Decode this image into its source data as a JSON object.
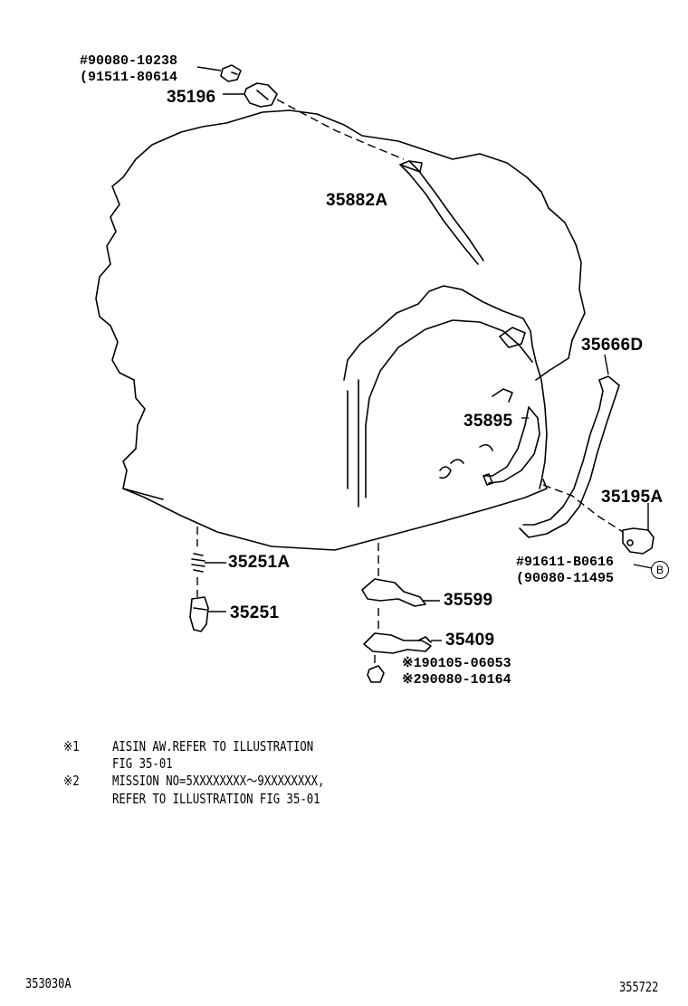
{
  "parts": {
    "bolt_top_part": "#90080-10238",
    "bolt_top_alt": "(91511-80614",
    "clamp_top": "35196",
    "hose_upper": "35882A",
    "hose_right": "35666D",
    "hose_middle": "35895",
    "clamp_right": "35195A",
    "bolt_right_part": "#91611-B0616",
    "bolt_right_alt": "(90080-11495",
    "circle_marker": "B",
    "spring": "35251A",
    "plunger": "35251",
    "bracket_a": "35599",
    "bracket_b": "35409",
    "bolt_low_1": "※190105-06053",
    "bolt_low_2": "※290080-10164"
  },
  "notes": [
    {
      "mark": "※1",
      "line1": "AISIN AW.REFER TO ILLUSTRATION",
      "line2": "FIG 35-01"
    },
    {
      "mark": "※2",
      "line1": "MISSION NO=5XXXXXXXX～9XXXXXXXX,",
      "line2": "REFER TO ILLUSTRATION FIG 35-01"
    }
  ],
  "footer": {
    "left_code": "353030A",
    "right_code": "355722"
  }
}
